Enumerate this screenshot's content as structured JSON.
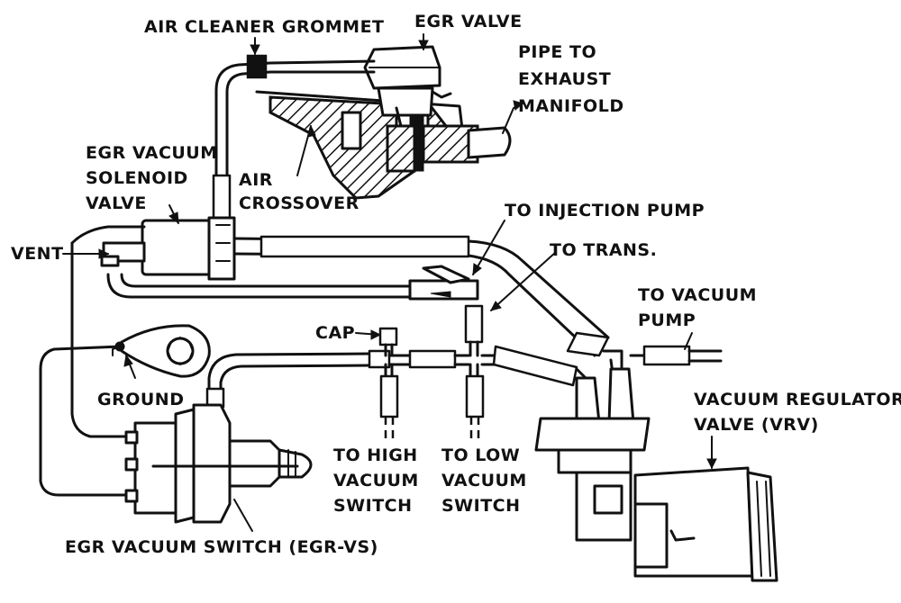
{
  "diagram": {
    "labels": {
      "air_cleaner_grommet": "AIR CLEANER GROMMET",
      "egr_valve": "EGR VALVE",
      "pipe_to_exhaust_1": "PIPE TO",
      "pipe_to_exhaust_2": "EXHAUST",
      "pipe_to_exhaust_3": "MANIFOLD",
      "egr_solenoid_1": "EGR VACUUM",
      "egr_solenoid_2": "SOLENOID",
      "egr_solenoid_3": "VALVE",
      "air_crossover_1": "AIR",
      "air_crossover_2": "CROSSOVER",
      "to_injection_pump": "TO INJECTION PUMP",
      "vent": "VENT",
      "to_trans": "TO TRANS.",
      "to_vacuum_pump_1": "TO VACUUM",
      "to_vacuum_pump_2": "PUMP",
      "cap": "CAP",
      "ground": "GROUND",
      "vrv_1": "VACUUM REGULATOR",
      "vrv_2": "VALVE (VRV)",
      "high_switch_1": "TO HIGH",
      "high_switch_2": "VACUUM",
      "high_switch_3": "SWITCH",
      "low_switch_1": "TO LOW",
      "low_switch_2": "VACUUM",
      "low_switch_3": "SWITCH",
      "egr_vs": "EGR VACUUM SWITCH (EGR-VS)"
    }
  }
}
